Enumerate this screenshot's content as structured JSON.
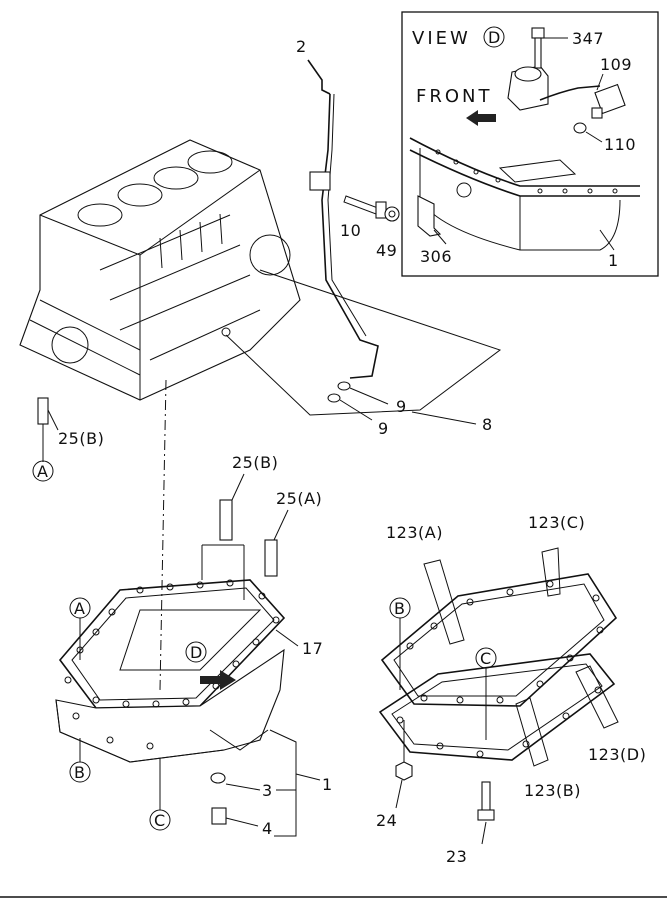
{
  "view": {
    "title": "VIEW",
    "letter": "D",
    "front": "FRONT"
  },
  "inset_labels": {
    "p347": "347",
    "p109": "109",
    "p110": "110",
    "p306": "306",
    "p1": "1"
  },
  "labels": {
    "p2": "2",
    "p10": "10",
    "p49": "49",
    "p9a": "9",
    "p9b": "9",
    "p8": "8",
    "p25b_left": "25(B)",
    "p25b_top": "25(B)",
    "p25a": "25(A)",
    "p17": "17",
    "p3": "3",
    "p4": "4",
    "p1": "1",
    "p123a": "123(A)",
    "p123c": "123(C)",
    "p123d": "123(D)",
    "p123b": "123(B)",
    "p24": "24",
    "p23": "23"
  },
  "callouts": {
    "A1": "A",
    "A2": "A",
    "B1": "B",
    "B2": "B",
    "C1": "C",
    "C2": "C",
    "D1": "D"
  }
}
